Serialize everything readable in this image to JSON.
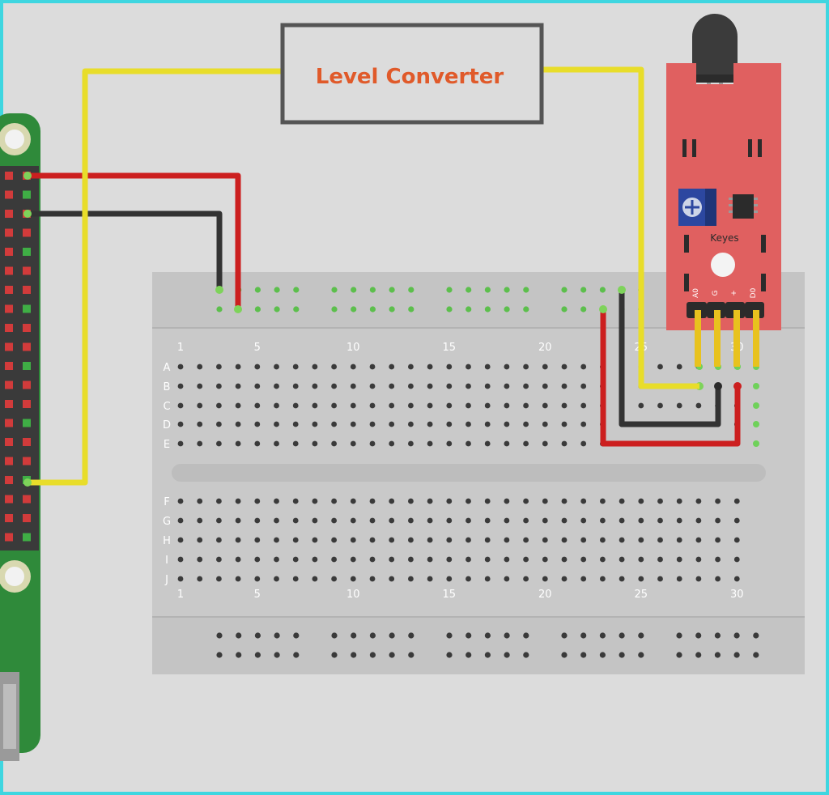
{
  "converter": {
    "label": "Level Converter"
  },
  "sensor": {
    "brand": "Keyes",
    "pins": [
      "A0",
      "G",
      "+",
      "D0"
    ]
  },
  "breadboard": {
    "columns": 30,
    "column_numbers": [
      "1",
      "5",
      "10",
      "15",
      "20",
      "25",
      "30"
    ],
    "rows_top": [
      "A",
      "B",
      "C",
      "D",
      "E"
    ],
    "rows_bottom": [
      "F",
      "G",
      "H",
      "I",
      "J"
    ]
  },
  "colors": {
    "frame": "#3fd6e0",
    "background": "#dcdcdc",
    "board": "#c6c6c6",
    "pi_board": "#2f8a3a",
    "sensor_board": "#e06060",
    "wire_red": "#cc1f1f",
    "wire_black": "#333333",
    "wire_yellow": "#e8dd2a",
    "converter_text": "#e05a2a"
  }
}
